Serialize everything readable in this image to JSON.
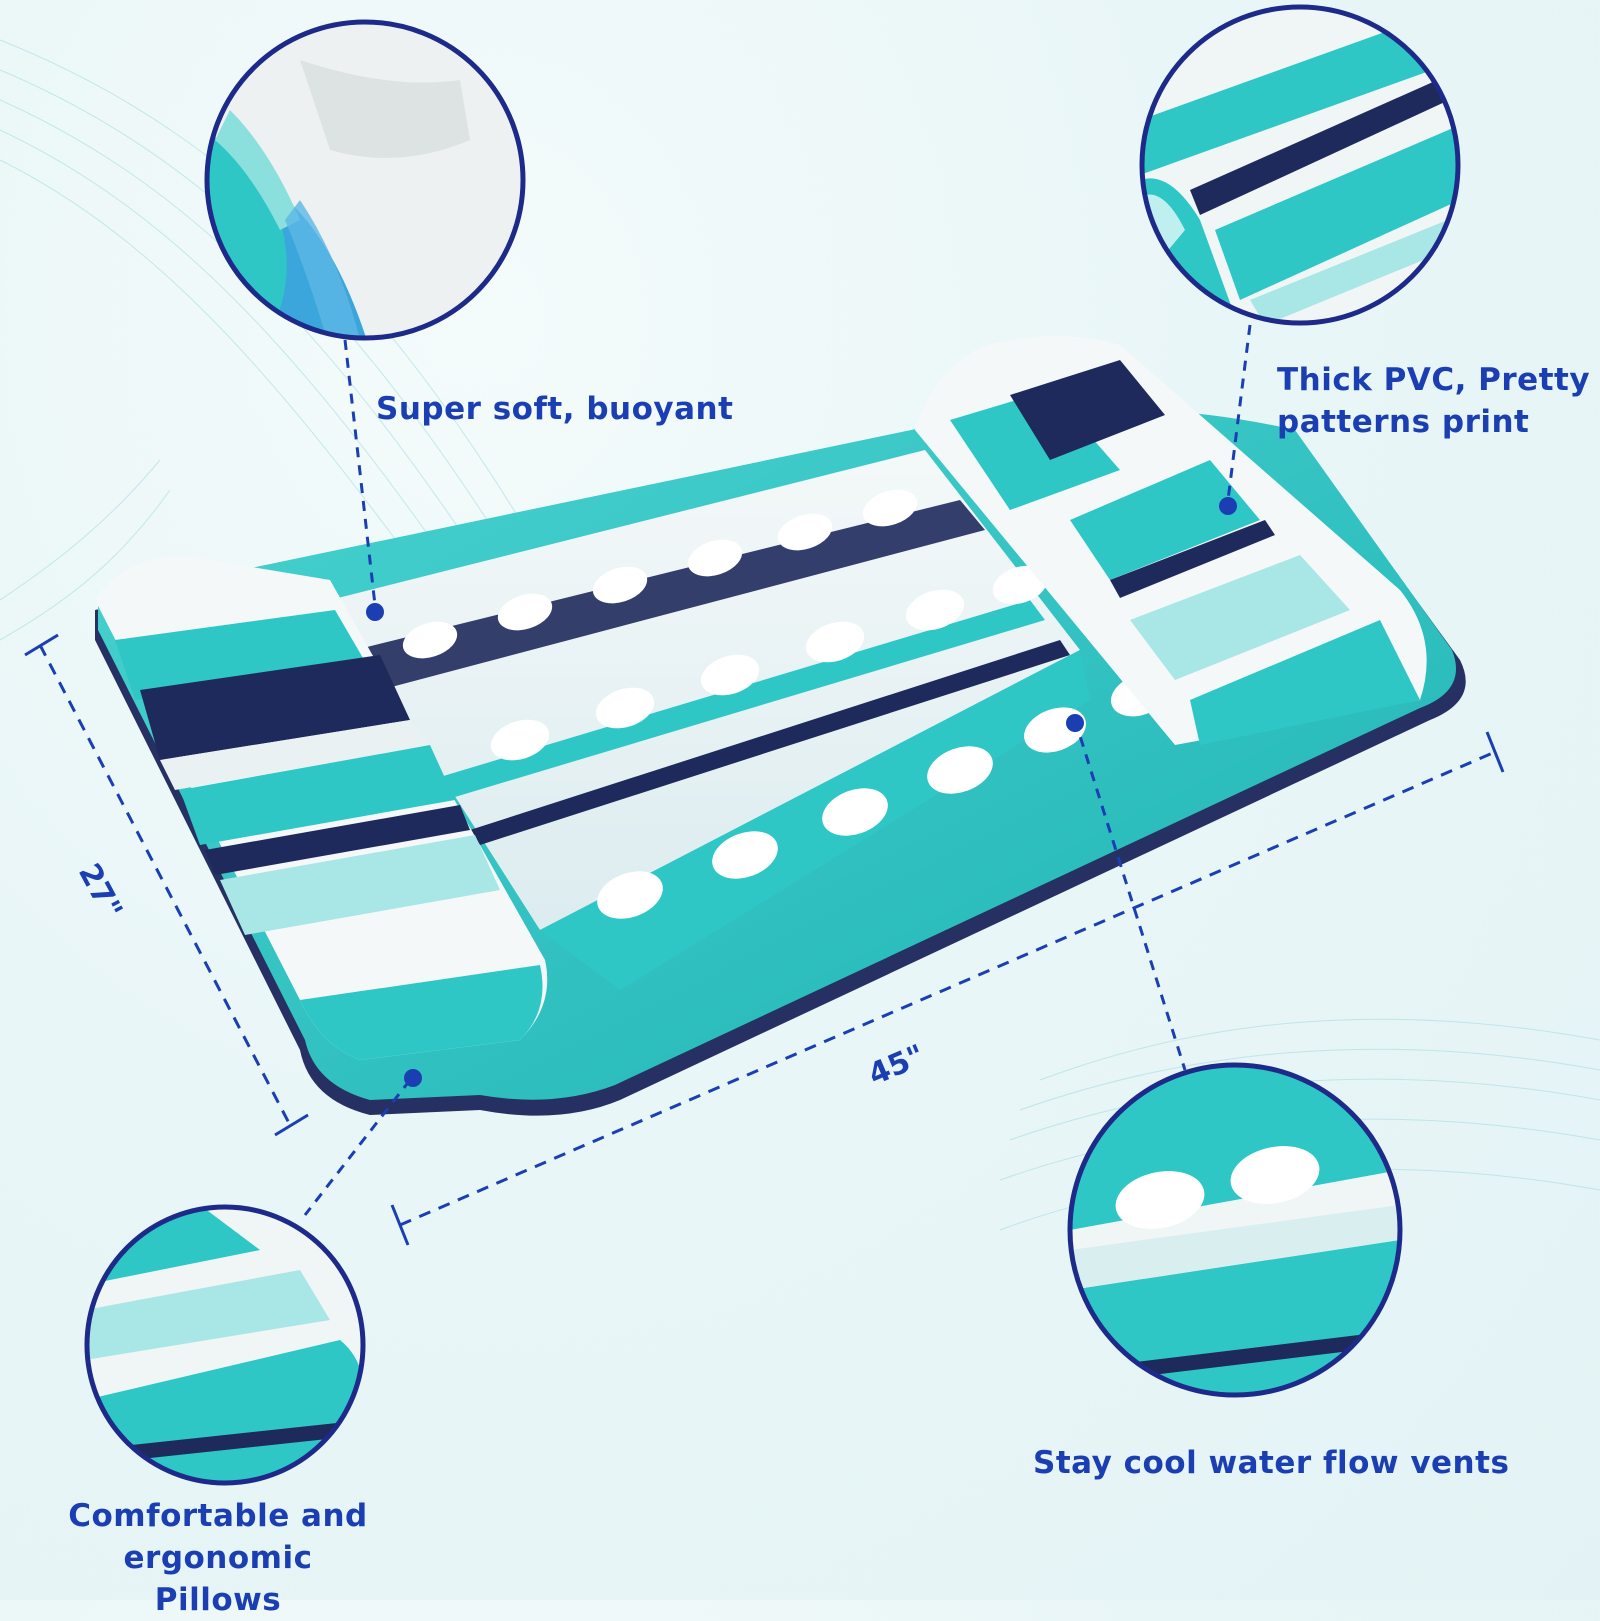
{
  "callouts": {
    "soft": "Super soft, buoyant",
    "pvc_line1": "Thick PVC, Pretty",
    "pvc_line2": "patterns print",
    "pillow_line1": "Comfortable and",
    "pillow_line2": "ergonomic Pillows",
    "vents": "Stay cool water flow vents"
  },
  "dimensions": {
    "width": "27\"",
    "length": "45\""
  },
  "colors": {
    "accent_text": "#1b3fb3",
    "teal": "#2fc7c6",
    "light_teal": "#a9e6e6",
    "navy": "#1f2a5c",
    "white": "#f3f7f8"
  }
}
